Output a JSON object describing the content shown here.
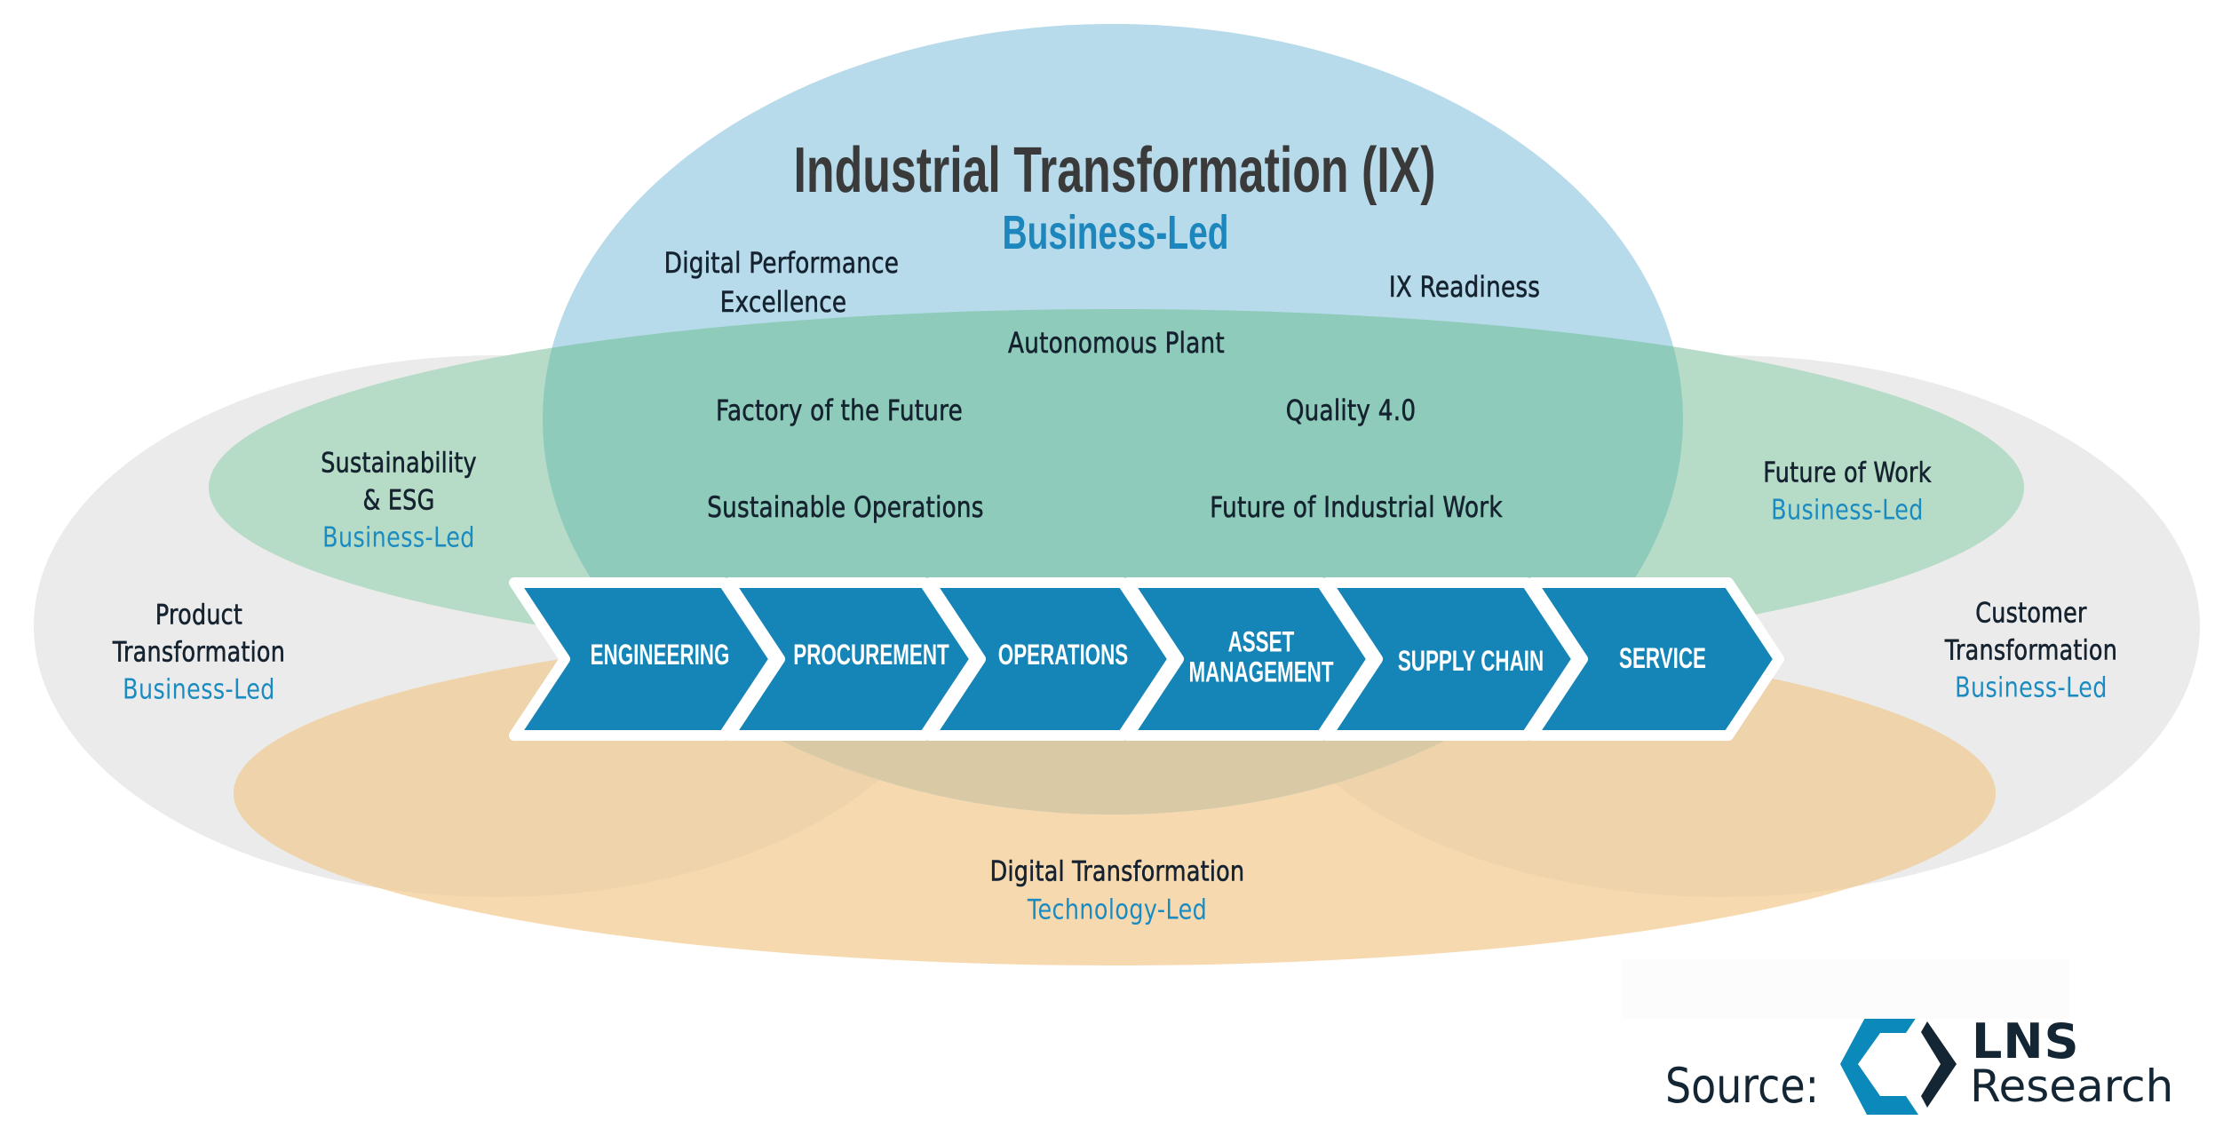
{
  "diagram": {
    "title": "Industrial Transformation (IX)",
    "title_subtitle": "Business-Led",
    "ix_initiatives": [
      {
        "label": "Digital Performance",
        "label2": "Excellence"
      },
      {
        "label": "IX Readiness"
      },
      {
        "label": "Autonomous Plant"
      },
      {
        "label": "Factory of the Future"
      },
      {
        "label": "Quality 4.0"
      },
      {
        "label": "Sustainable Operations"
      },
      {
        "label": "Future of Industrial Work"
      }
    ],
    "sustainability": {
      "line1": "Sustainability",
      "line2": "& ESG",
      "lead": "Business-Led"
    },
    "future_of_work": {
      "line1": "Future of Work",
      "lead": "Business-Led"
    },
    "product_transformation": {
      "line1": "Product",
      "line2": "Transformation",
      "lead": "Business-Led"
    },
    "customer_transformation": {
      "line1": "Customer",
      "line2": "Transformation",
      "lead": "Business-Led"
    },
    "digital_transformation": {
      "line1": "Digital Transformation",
      "lead": "Technology-Led"
    },
    "value_chain": [
      {
        "line1": "ENGINEERING"
      },
      {
        "line1": "PROCUREMENT"
      },
      {
        "line1": "OPERATIONS"
      },
      {
        "line1": "ASSET",
        "line2": "MANAGEMENT"
      },
      {
        "line1": "SUPPLY CHAIN"
      },
      {
        "line1": "SERVICE"
      }
    ],
    "colors": {
      "ix_ellipse": "#b7dbea",
      "overlap_ix_green": "#8ecbba",
      "green_ellipse": "#b6dbc6",
      "gray_ellipse": "#ebebeb",
      "orange_ellipse": "#f7d9b0",
      "overlap_gray_orange": "#eed3ab",
      "overlap_ix_orange": "#d9c9a5",
      "chevron": "#1584b6",
      "text_dark": "#15222f",
      "text_led": "#1a8bc1"
    }
  },
  "source": {
    "label": "Source:",
    "brand_line1": "LNS",
    "brand_line2": "Research"
  }
}
